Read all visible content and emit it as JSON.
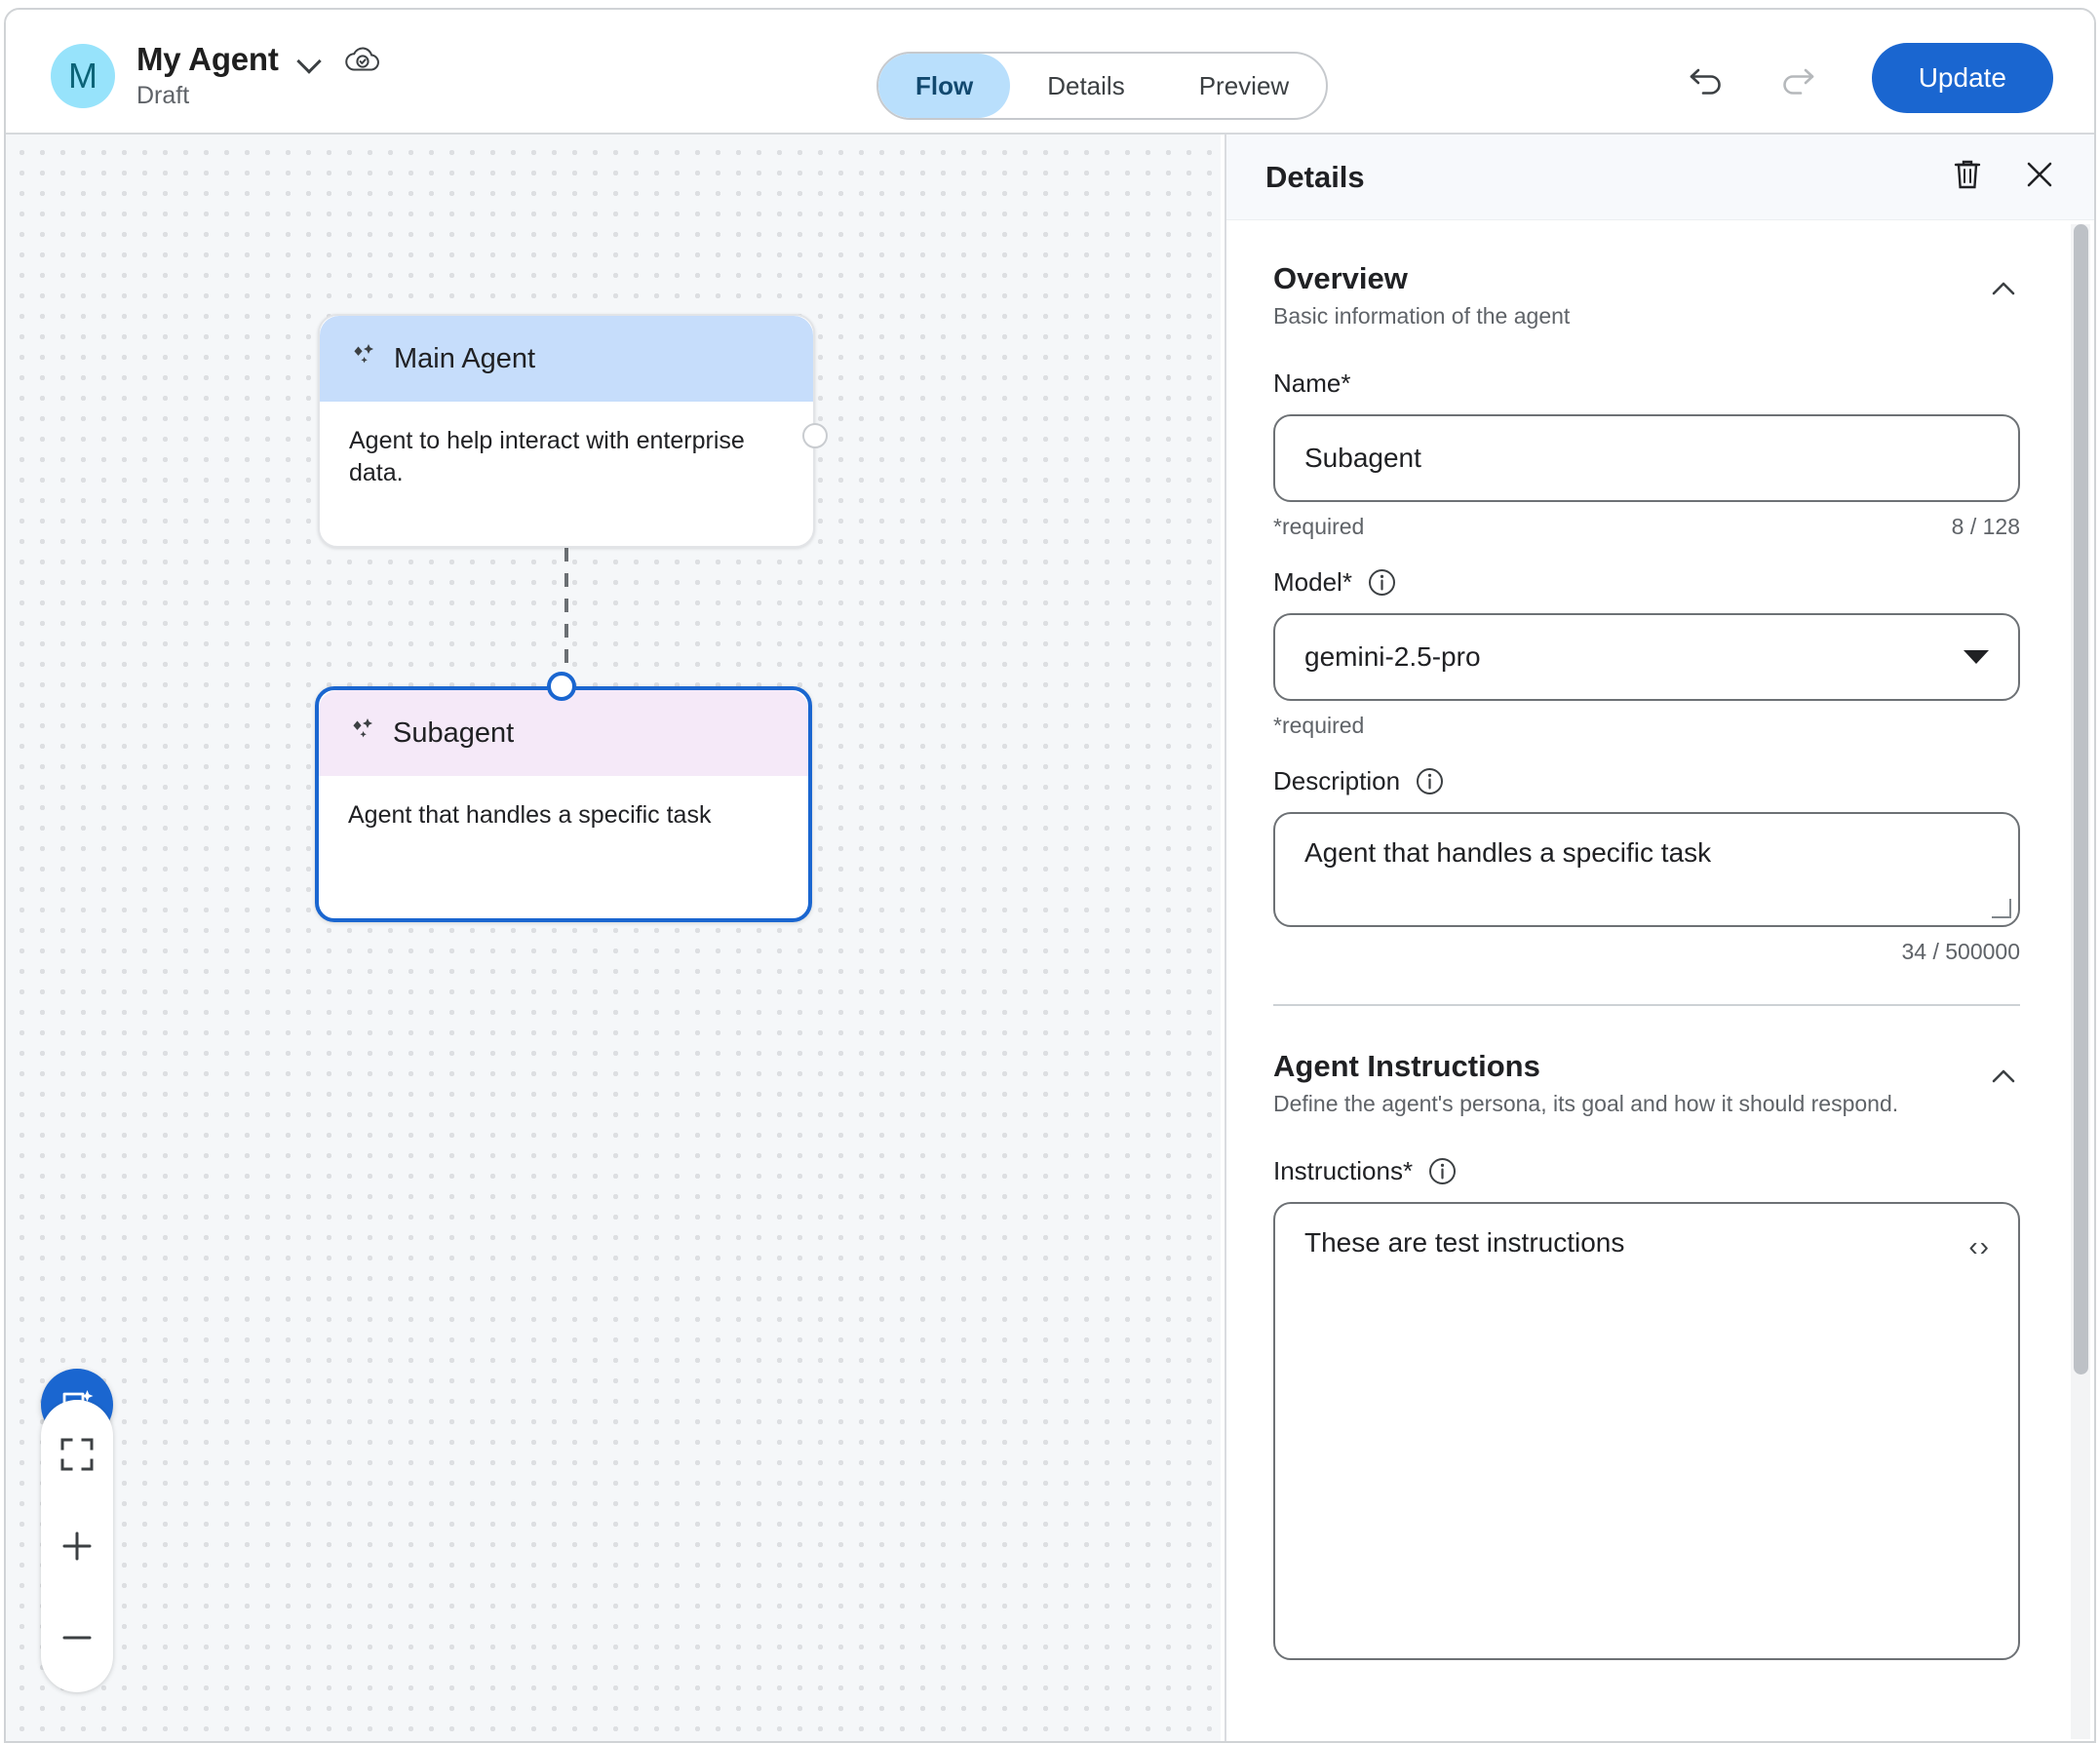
{
  "header": {
    "avatar_initial": "M",
    "agent_title": "My Agent",
    "agent_status": "Draft",
    "dropdown_icon": "chevron-down-icon",
    "cloud_icon": "cloud-saved-icon",
    "tabs": [
      {
        "label": "Flow",
        "active": true
      },
      {
        "label": "Details",
        "active": false
      },
      {
        "label": "Preview",
        "active": false
      }
    ],
    "undo_icon": "undo-icon",
    "redo_icon": "redo-icon",
    "update_label": "Update",
    "accent_color": "#1a66d0",
    "active_tab_bg": "#b9dffc",
    "active_tab_color": "#12496f"
  },
  "canvas": {
    "nodes": [
      {
        "title": "Main Agent",
        "description": "Agent to help interact with enterprise data.",
        "header_color": "#c6ddfb",
        "selected": false
      },
      {
        "title": "Subagent",
        "description": "Agent that handles a specific task",
        "header_color": "#f5e9f8",
        "selected": true
      }
    ],
    "chat_fab_icon": "chat-sparkle-icon",
    "zoom_controls": [
      {
        "icon": "fit-to-screen-icon",
        "label": ""
      },
      {
        "icon": "zoom-in-icon",
        "label": "+"
      },
      {
        "icon": "zoom-out-icon",
        "label": "−"
      }
    ]
  },
  "details": {
    "title": "Details",
    "delete_icon": "trash-icon",
    "close_icon": "close-icon",
    "overview": {
      "title": "Overview",
      "subtitle": "Basic information of the agent",
      "collapse_icon": "chevron-up-icon",
      "name": {
        "label": "Name*",
        "value": "Subagent",
        "placeholder": "Name",
        "helper_left": "*required",
        "helper_right": "8 / 128"
      },
      "model": {
        "label": "Model*",
        "info_icon": "info-icon",
        "value": "gemini-2.5-pro",
        "caret_icon": "chevron-down-icon",
        "helper_left": "*required"
      },
      "description": {
        "label": "Description",
        "info_icon": "info-icon",
        "value": "Agent that handles a specific task",
        "placeholder": "Description",
        "helper_right": "34 / 500000"
      }
    },
    "agent_instructions": {
      "title": "Agent Instructions",
      "subtitle": "Define the agent's persona, its goal and how it should respond.",
      "collapse_icon": "chevron-up-icon",
      "instructions": {
        "label": "Instructions*",
        "info_icon": "info-icon",
        "value": "These are test instructions",
        "placeholder": "Instructions",
        "code_toggle_icon": "code-brackets-icon",
        "code_toggle_label": "‹›"
      }
    }
  }
}
